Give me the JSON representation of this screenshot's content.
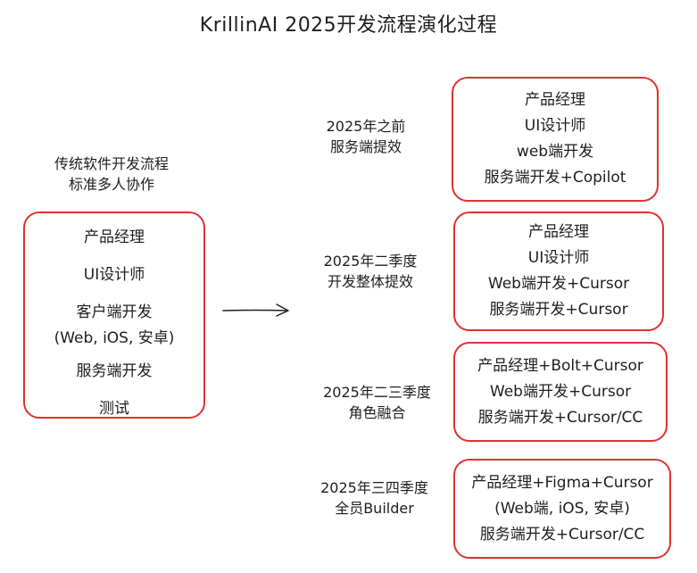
{
  "title": "KrillinAI 2025开发流程演化过程",
  "traditional": {
    "label_lines": [
      "传统软件开发流程",
      "标准多人协作"
    ],
    "roles": [
      "产品经理",
      "UI设计师",
      "客户端开发",
      "(Web, iOS, 安卓)",
      "服务端开发",
      "测试"
    ]
  },
  "stages": [
    {
      "label_lines": [
        "2025年之前",
        "服务端提效"
      ],
      "roles": [
        "产品经理",
        "UI设计师",
        "web端开发",
        "服务端开发+Copilot"
      ]
    },
    {
      "label_lines": [
        "2025年二季度",
        "开发整体提效"
      ],
      "roles": [
        "产品经理",
        "UI设计师",
        "Web端开发+Cursor",
        "服务端开发+Cursor"
      ]
    },
    {
      "label_lines": [
        "2025年二三季度",
        "角色融合"
      ],
      "roles": [
        "产品经理+Bolt+Cursor",
        "Web端开发+Cursor",
        "服务端开发+Cursor/CC"
      ]
    },
    {
      "label_lines": [
        "2025年三四季度",
        "全员Builder"
      ],
      "roles": [
        "产品经理+Figma+Cursor",
        "(Web端, iOS, 安卓)",
        "服务端开发+Cursor/CC"
      ]
    }
  ],
  "colors": {
    "box_border": "#e03131",
    "text": "#1e1e1e"
  }
}
